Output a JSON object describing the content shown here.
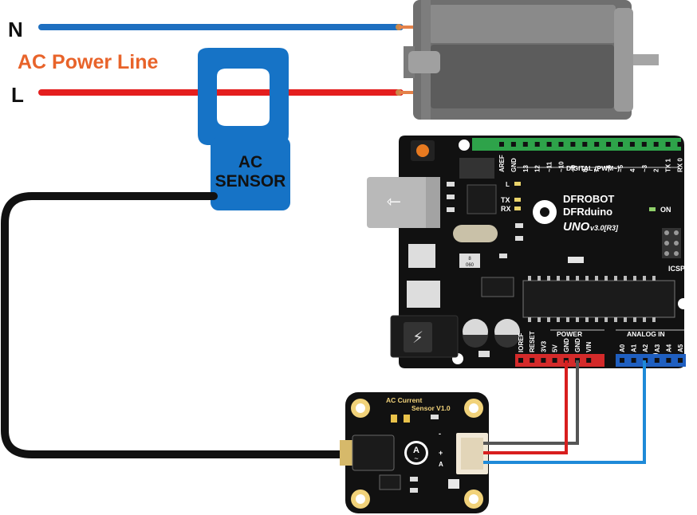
{
  "power_line": {
    "neutral_label": "N",
    "live_label": "L",
    "title": "AC Power Line",
    "neutral_color": "#1e6fc0",
    "live_color": "#e41e1e",
    "title_color": "#e8632a"
  },
  "clamp_sensor": {
    "label_line1": "AC",
    "label_line2": "SENSOR",
    "color": "#1673c6"
  },
  "motor": {
    "icon": "dc-motor-icon"
  },
  "board": {
    "brand": "DFROBOT",
    "model": "DFRduino",
    "version_main": "UNO",
    "version_sub": "v3.0[R3]",
    "digital_label": "DIGITAL (PWM~)",
    "digital_pins": [
      "AREF",
      "GND",
      "13",
      "12",
      "~11",
      "~10",
      "~9",
      "8",
      "7",
      "~6",
      "~5",
      "4",
      "~3",
      "2",
      "TX 1",
      "RX 0"
    ],
    "power_label": "POWER",
    "power_pins": [
      "IOREF",
      "RESET",
      "3V3",
      "5V",
      "GND",
      "GND",
      "VIN"
    ],
    "analog_label": "ANALOG IN",
    "analog_pins": [
      "A0",
      "A1",
      "A2",
      "A3",
      "A4",
      "A5"
    ],
    "led_l": "L",
    "led_tx": "TX",
    "led_rx": "RX",
    "led_on": "ON",
    "icsp": "ICSP",
    "chip_mark": "060",
    "chip_mark_top": "8",
    "color": "#111111"
  },
  "ac_module": {
    "title_line1": "AC Current",
    "title_line2": "Sensor V1.0",
    "pin_minus": "-",
    "pin_plus": "+",
    "pin_signal": "A",
    "logo": "A",
    "logo_sub": "~",
    "corner_mark": "A"
  },
  "wires": {
    "red": "#d81e1e",
    "black": "#555555",
    "blue": "#1e8ad8",
    "cable": "#111111"
  }
}
